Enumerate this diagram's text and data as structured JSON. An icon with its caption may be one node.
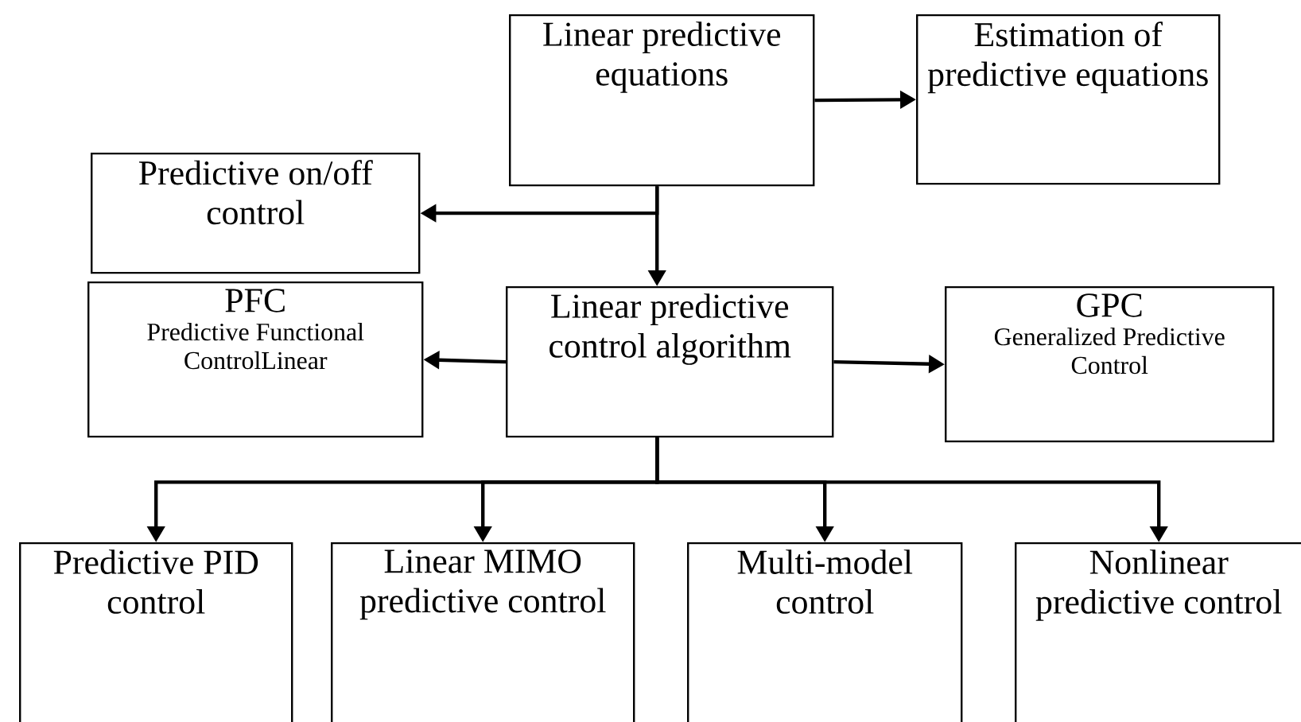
{
  "diagram": {
    "nodes": [
      {
        "text": [
          "Linear predictive equations"
        ]
      },
      {
        "text": [
          "Estimation of predictive equations"
        ]
      },
      {
        "text": [
          "Predictive on/off control"
        ]
      },
      {
        "text": [
          "Linear predictive control algorithm"
        ]
      },
      {
        "text": [
          "PFC",
          "Predictive Functional ControlLinear"
        ]
      },
      {
        "text": [
          "GPC",
          "Generalized Predictive Control"
        ]
      },
      {
        "text": [
          "Predictive PID control"
        ]
      },
      {
        "text": [
          "Linear MIMO predictive control"
        ]
      },
      {
        "text": [
          "Multi-model control"
        ]
      },
      {
        "text": [
          "Nonlinear predictive control"
        ]
      }
    ],
    "edges": [
      {
        "from": 0,
        "to": 1,
        "arrow": "to"
      },
      {
        "from": 0,
        "to": 2,
        "arrow": "to"
      },
      {
        "from": 0,
        "to": 3,
        "arrow": "to"
      },
      {
        "from": 3,
        "to": 4,
        "arrow": "to"
      },
      {
        "from": 3,
        "to": 5,
        "arrow": "to"
      },
      {
        "from": 3,
        "to": 6,
        "arrow": "to"
      },
      {
        "from": 3,
        "to": 7,
        "arrow": "to"
      },
      {
        "from": 3,
        "to": 8,
        "arrow": "to"
      },
      {
        "from": 3,
        "to": 9,
        "arrow": "to"
      }
    ]
  }
}
